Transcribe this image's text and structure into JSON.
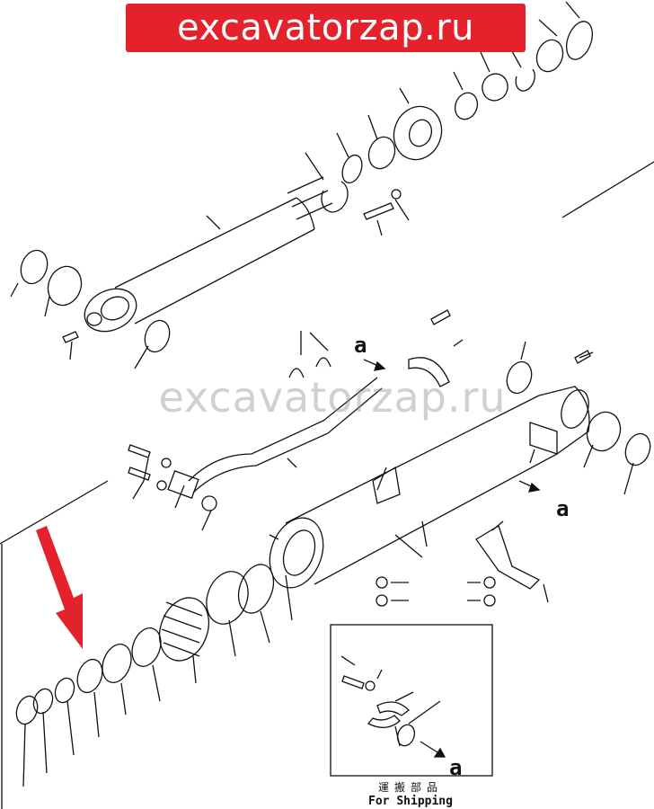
{
  "banner": {
    "text": "excavatorzap.ru",
    "color": "#e4222b"
  },
  "watermark": {
    "text": "excavatorzap.ru"
  },
  "callouts": [
    "a",
    "a",
    "a"
  ],
  "shipping": {
    "japanese": "運搬部品",
    "english": "For Shipping"
  },
  "arrow": {
    "color": "#e4222b"
  }
}
